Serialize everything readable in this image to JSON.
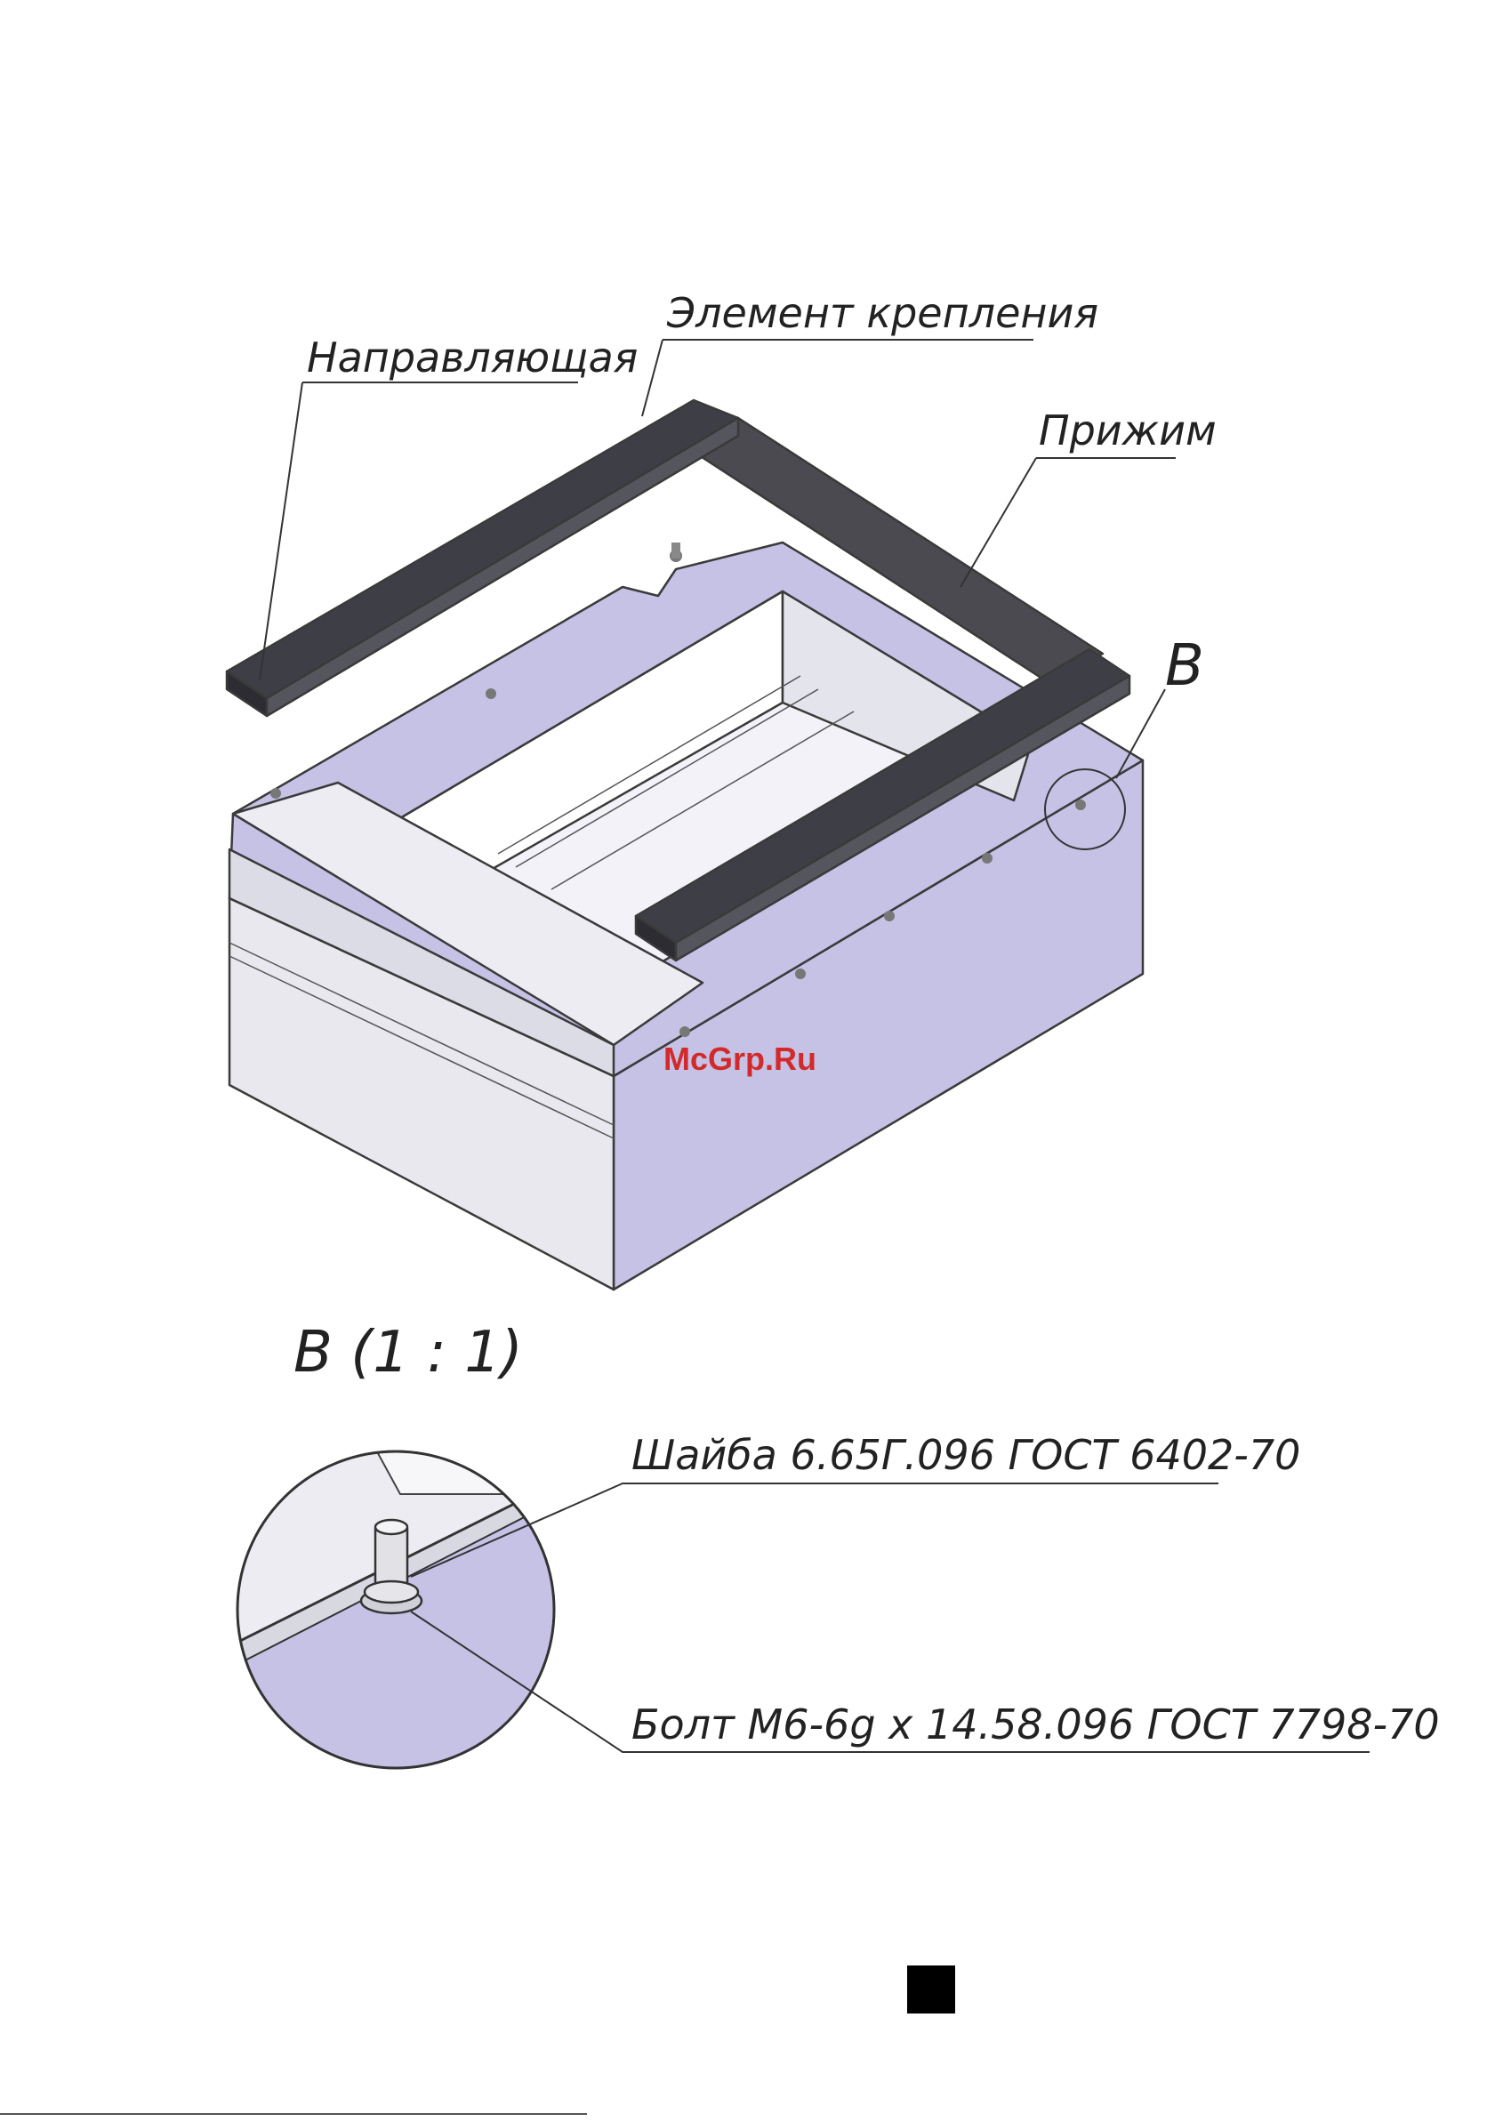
{
  "labels": {
    "guide": "Направляющая",
    "fastener": "Элемент крепления",
    "clamp": "Прижим",
    "callout_letter": "В",
    "detail_title": "В (1 : 1)",
    "washer": "Шайба 6.65Г.096 ГОСТ 6402-70",
    "bolt": "Болт М6-6g x 14.58.096 ГОСТ 7798-70"
  },
  "watermark": "McGrp.Ru",
  "colors": {
    "box_front": "#e8e8ee",
    "box_side": "#c5c2e6",
    "rail": "#3e3e46",
    "clamp": "#4a4a50",
    "background": "#ffffff"
  }
}
